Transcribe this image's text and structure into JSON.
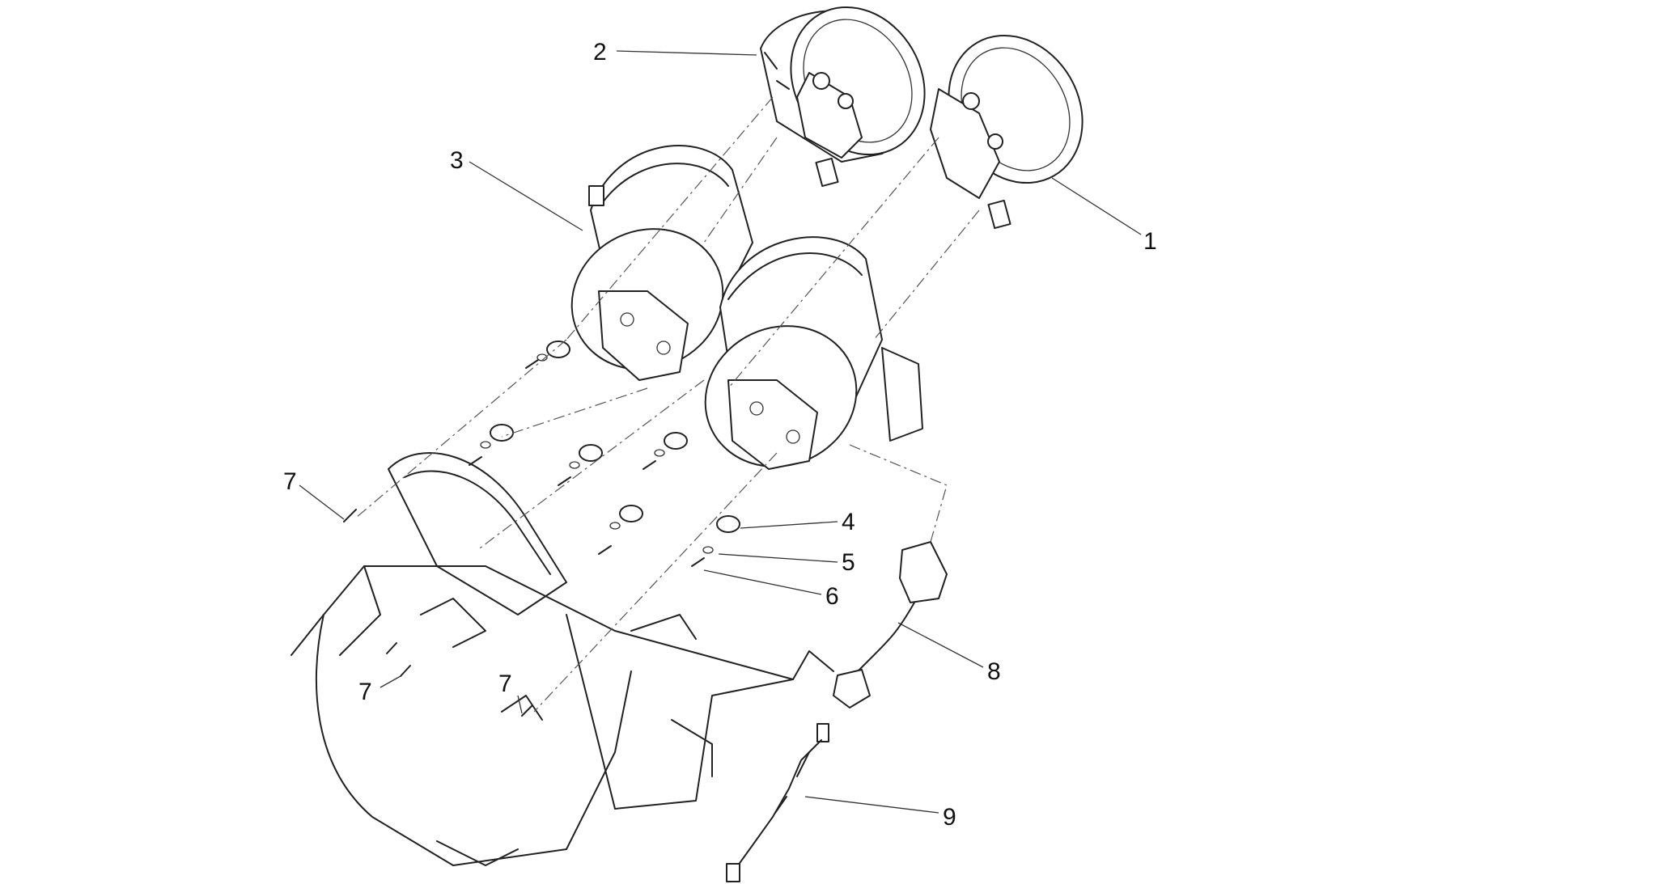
{
  "callouts": [
    {
      "id": "c1",
      "text": "1"
    },
    {
      "id": "c2",
      "text": "2"
    },
    {
      "id": "c3",
      "text": "3"
    },
    {
      "id": "c4",
      "text": "4"
    },
    {
      "id": "c5",
      "text": "5"
    },
    {
      "id": "c6",
      "text": "6"
    },
    {
      "id": "c7a",
      "text": "7"
    },
    {
      "id": "c7b",
      "text": "7"
    },
    {
      "id": "c7c",
      "text": "7"
    },
    {
      "id": "c8",
      "text": "8"
    },
    {
      "id": "c9",
      "text": "9"
    }
  ],
  "colors": {
    "line": "#222222",
    "background": "#ffffff"
  }
}
